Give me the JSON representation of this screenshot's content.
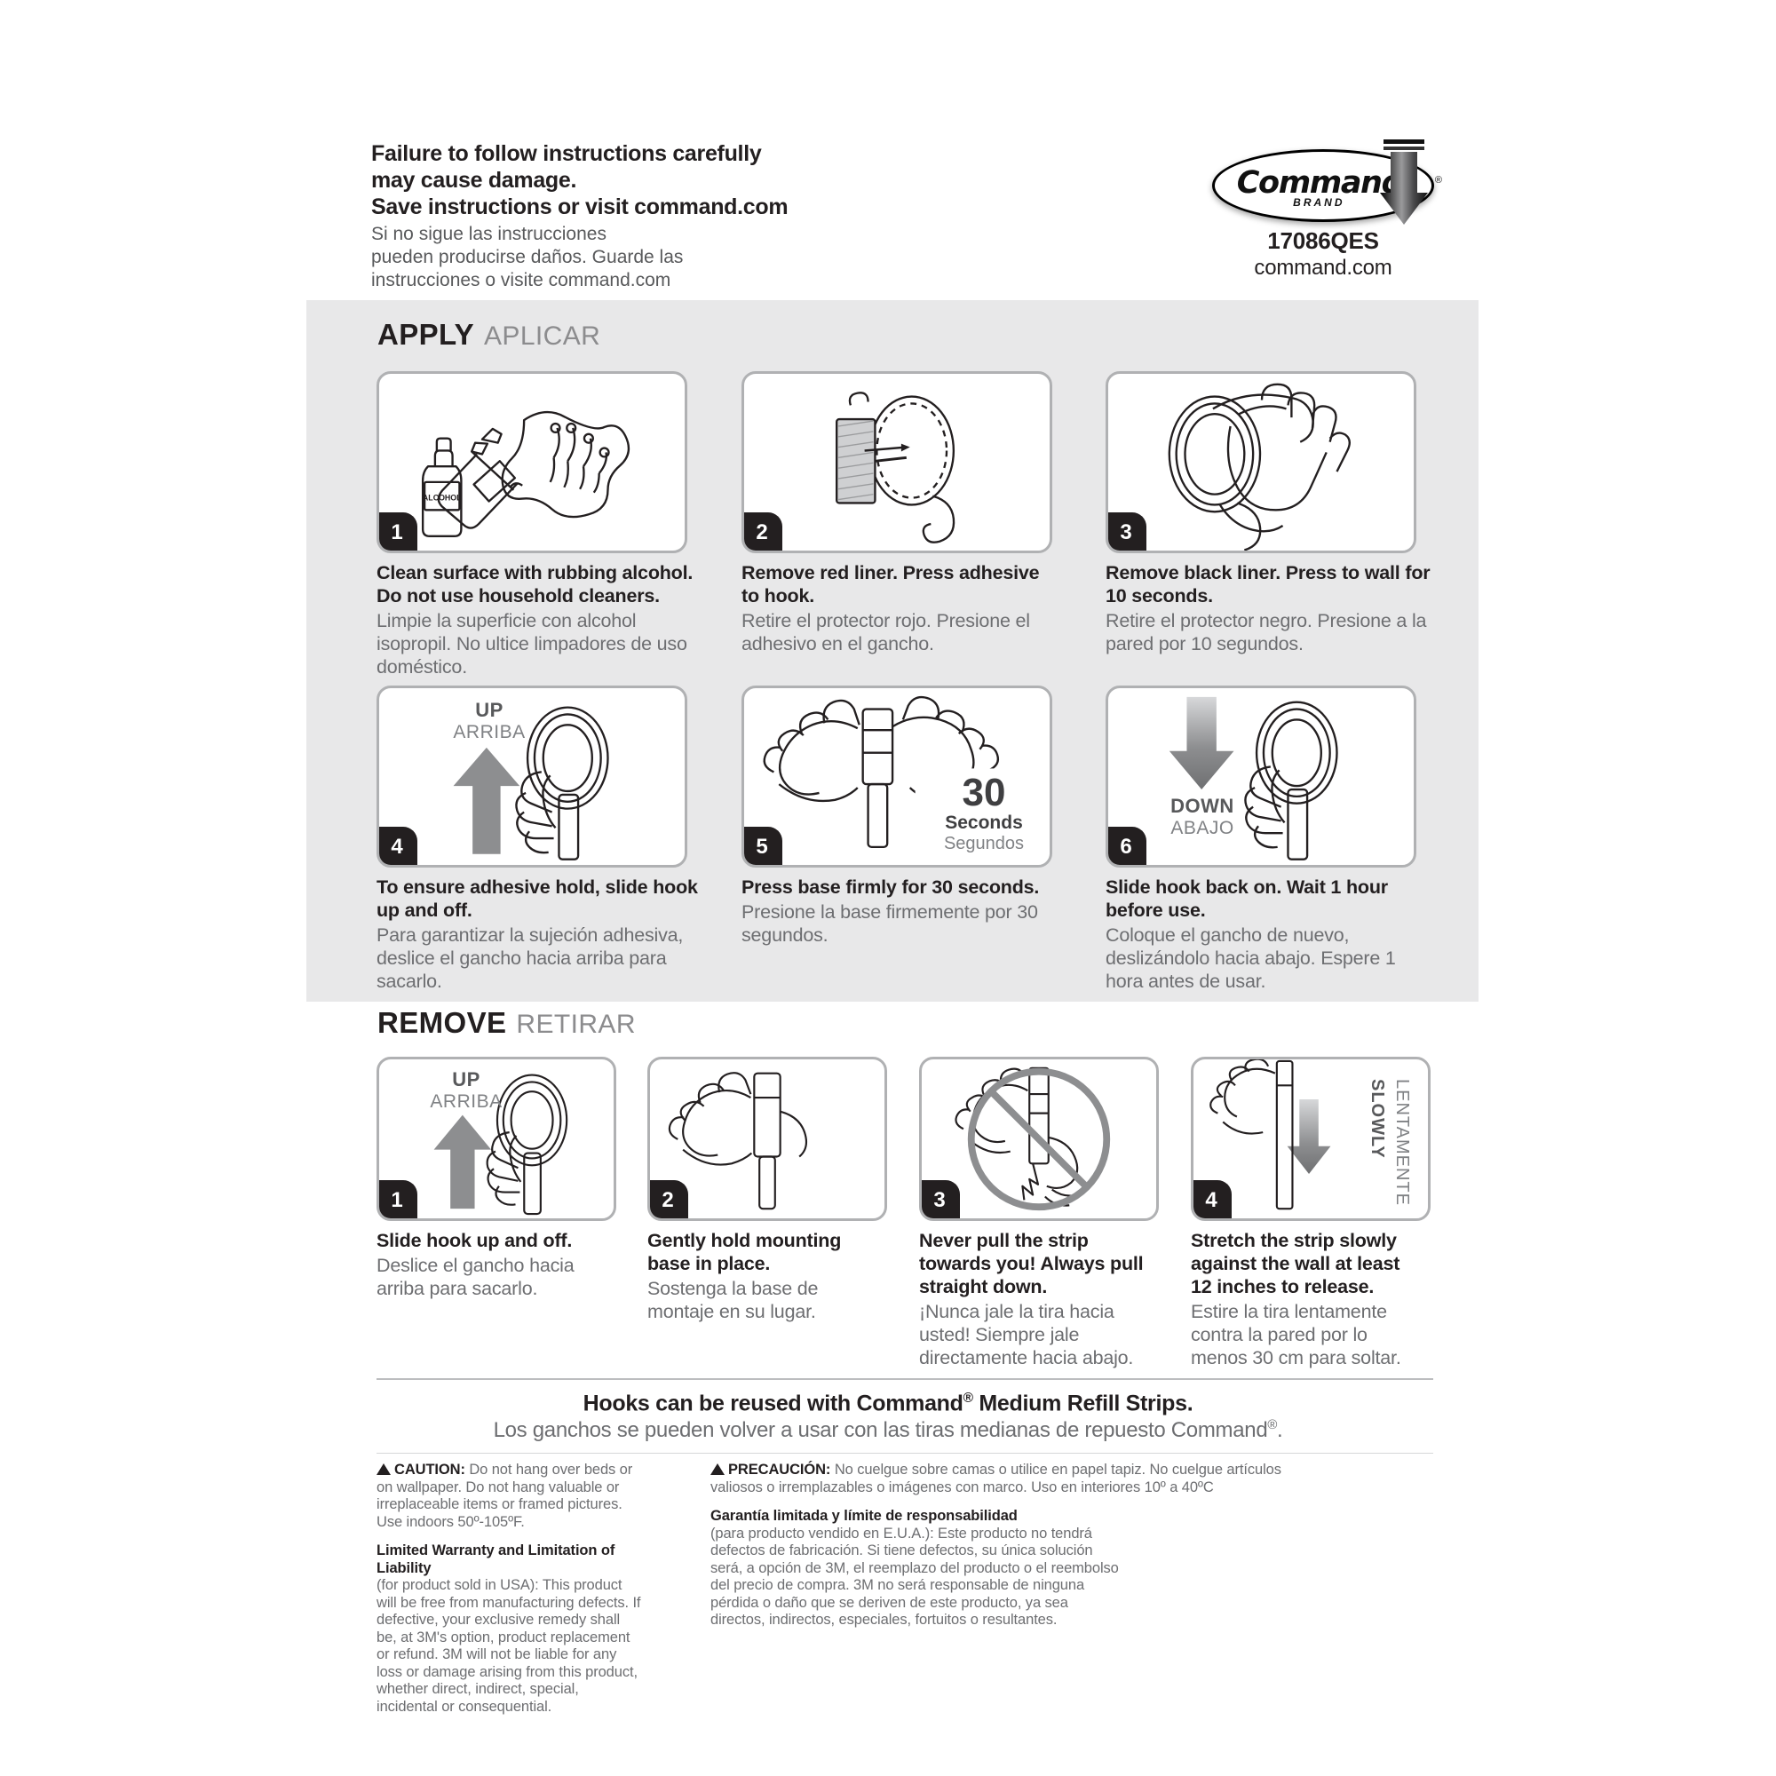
{
  "header": {
    "warning_en": [
      "Failure to follow instructions carefully",
      "may cause damage.",
      "Save instructions or visit command.com"
    ],
    "warning_es": [
      "Si no sigue las instrucciones",
      "pueden producirse daños. Guarde las",
      "instrucciones o visite command.com"
    ]
  },
  "logo": {
    "wordmark": "Command",
    "brand": "BRAND",
    "registered": "®",
    "product_code": "17086QES",
    "url": "command.com"
  },
  "apply": {
    "title_en": "APPLY",
    "title_es": "APLICAR",
    "steps": [
      {
        "number": "1",
        "en": "Clean surface with rubbing alcohol. Do not use household cleaners.",
        "es": "Limpie la superficie con alcohol isopropil. No ultice limpadores de uso doméstico.",
        "illustration": "alcohol-bottle-and-cloth",
        "label_bottle": "ALCOHOL"
      },
      {
        "number": "2",
        "en": "Remove red liner. Press adhesive to hook.",
        "es": "Retire el protector rojo. Presione el adhesivo en el gancho.",
        "illustration": "strip-pressed-to-hook"
      },
      {
        "number": "3",
        "en": "Remove black liner. Press to wall for 10 seconds.",
        "es": "Retire el protector negro. Presione a la pared por 10 segundos.",
        "illustration": "hand-pressing-hook-to-wall"
      },
      {
        "number": "4",
        "en": "To ensure adhesive hold, slide hook up and off.",
        "es": "Para garantizar la sujeción adhesiva, deslice el gancho hacia arriba para sacarlo.",
        "illustration": "slide-hook-up-arrow",
        "arrow_label_en": "UP",
        "arrow_label_es": "ARRIBA"
      },
      {
        "number": "5",
        "en": "Press base firmly for 30 seconds.",
        "es": "Presione la base firmemente por 30 segundos.",
        "illustration": "press-base-timer",
        "timer_number": "30",
        "timer_unit_en": "Seconds",
        "timer_unit_es": "Segundos"
      },
      {
        "number": "6",
        "en": "Slide hook back on. Wait 1 hour before use.",
        "es": "Coloque el gancho de nuevo, deslizándolo hacia abajo. Espere 1 hora antes de usar.",
        "illustration": "slide-hook-down-arrow",
        "arrow_label_en": "DOWN",
        "arrow_label_es": "ABAJO"
      }
    ]
  },
  "remove": {
    "title_en": "REMOVE",
    "title_es": "RETIRAR",
    "steps": [
      {
        "number": "1",
        "en": "Slide hook up and off.",
        "es": "Deslice el gancho hacia arriba para sacarlo.",
        "illustration": "slide-hook-up-arrow",
        "arrow_label_en": "UP",
        "arrow_label_es": "ARRIBA"
      },
      {
        "number": "2",
        "en": "Gently hold mounting base in place.",
        "es": "Sostenga la base de montaje en su lugar.",
        "illustration": "hand-holding-base"
      },
      {
        "number": "3",
        "en": "Never pull the strip towards you! Always pull straight down.",
        "es": "¡Nunca jale la tira hacia usted! Siempre jale directamente hacia abajo.",
        "illustration": "prohibited-pull-toward-you"
      },
      {
        "number": "4",
        "en": "Stretch the strip slowly against the wall at least 12 inches to release.",
        "es": "Estire la tira lentamente contra la pared por lo menos 30 cm para soltar.",
        "illustration": "stretch-strip-down-arrow",
        "arrow_label_en": "SLOWLY",
        "arrow_label_es": "LENTAMENTE"
      }
    ]
  },
  "footer": {
    "reuse_en_pre": "Hooks can be reused with Command",
    "reuse_en_post": " Medium Refill Strips.",
    "reuse_es_pre": "Los ganchos se pueden volver a usar con las tiras medianas de repuesto Command",
    "reuse_es_post": ".",
    "registered": "®",
    "caution_label_en": "CAUTION:",
    "caution_body_en": "Do not hang over beds or on wallpaper. Do not hang valuable or irreplaceable items or framed pictures. Use indoors 50º-105ºF.",
    "warranty_title_en": "Limited Warranty and Limitation of Liability",
    "warranty_body_en": "(for product sold in USA): This product will be free from manufacturing defects. If defective, your exclusive remedy shall be, at 3M's option, product replacement or refund. 3M will not be liable for any loss or damage arising from this product, whether direct, indirect, special, incidental or consequential.",
    "caution_label_es": "PRECAUCIÓN:",
    "caution_body_es": "No cuelgue sobre camas o utilice en papel tapiz. No cuelgue artículos valiosos o irremplazables o imágenes con marco. Uso en interiores 10º a 40ºC",
    "warranty_title_es": "Garantía limitada y límite de responsabilidad",
    "warranty_body_es": "(para producto vendido en E.U.A.): Este producto no tendrá defectos de fabricación. Si tiene defectos, su única solución será, a opción de 3M, el reemplazo del producto o el reembolso del precio de compra. 3M no será responsable de ninguna pérdida o daño que se deriven de este producto, ya sea directos, indirectos, especiales, fortuitos o resultantes."
  },
  "colors": {
    "text": "#231f20",
    "muted": "#6d6e71",
    "panel_bg": "#e8e8e9",
    "panel_border": "#b0b1b3",
    "badge_bg": "#231f20",
    "arrow_grey": "#8d8e90",
    "prohibit_grey": "#8d8e90"
  }
}
